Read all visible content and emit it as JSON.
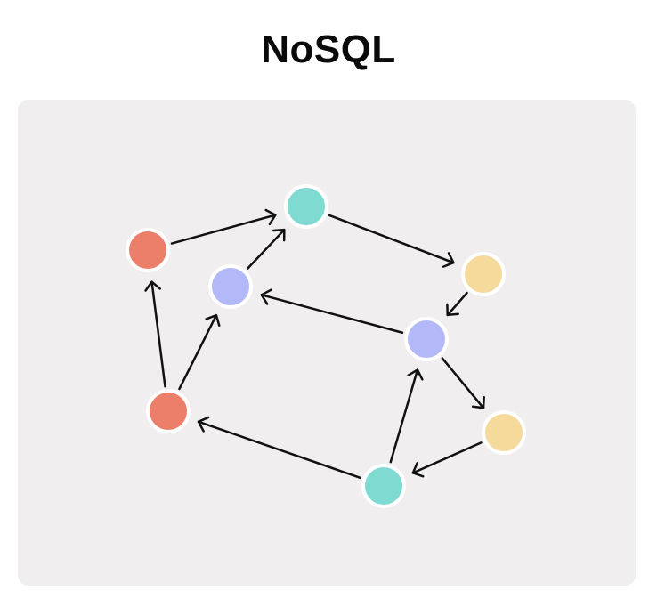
{
  "title": "NoSQL",
  "colors": {
    "background": "#ffffff",
    "panel": "#f0eeef",
    "edge": "#111111",
    "node_border": "#ffffff",
    "red": "#ec7f6a",
    "blue": "#b3b8f8",
    "teal": "#7fdbd2",
    "yellow": "#f5da9c"
  },
  "nodes": [
    {
      "id": "red-top",
      "color": "red"
    },
    {
      "id": "red-bottom",
      "color": "red"
    },
    {
      "id": "blue-left",
      "color": "blue"
    },
    {
      "id": "blue-right",
      "color": "blue"
    },
    {
      "id": "teal-top",
      "color": "teal"
    },
    {
      "id": "teal-bottom",
      "color": "teal"
    },
    {
      "id": "yellow-top",
      "color": "yellow"
    },
    {
      "id": "yellow-bottom",
      "color": "yellow"
    }
  ],
  "edges": [
    {
      "from": "red-top",
      "to": "teal-top"
    },
    {
      "from": "blue-left",
      "to": "teal-top"
    },
    {
      "from": "teal-top",
      "to": "yellow-top"
    },
    {
      "from": "yellow-top",
      "to": "blue-right"
    },
    {
      "from": "blue-right",
      "to": "blue-left"
    },
    {
      "from": "blue-right",
      "to": "yellow-bottom"
    },
    {
      "from": "yellow-bottom",
      "to": "teal-bottom"
    },
    {
      "from": "teal-bottom",
      "to": "blue-right"
    },
    {
      "from": "teal-bottom",
      "to": "red-bottom"
    },
    {
      "from": "red-bottom",
      "to": "red-top"
    },
    {
      "from": "red-bottom",
      "to": "blue-left"
    }
  ]
}
